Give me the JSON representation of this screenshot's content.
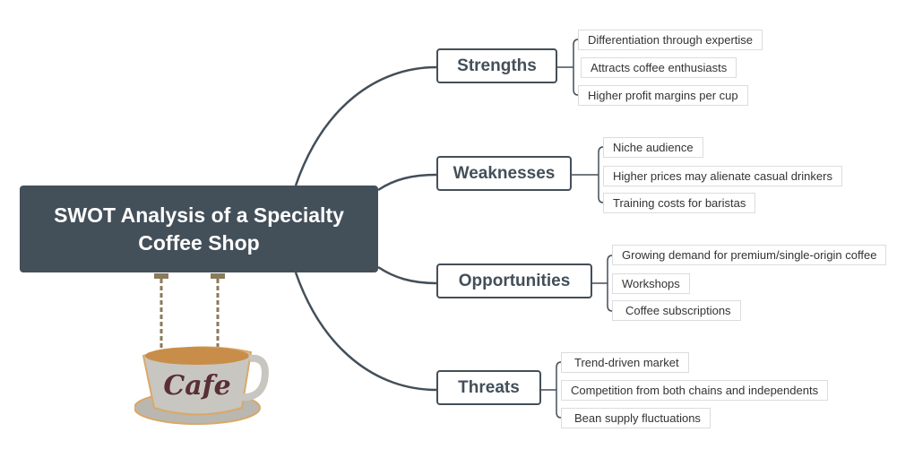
{
  "title": "SWOT Analysis of a Specialty Coffee Shop",
  "title_lines": [
    "SWOT Analysis of a Specialty",
    "Coffee Shop"
  ],
  "colors": {
    "node": "#434f59",
    "leaf_border": "#dcdcdc"
  },
  "branches": [
    {
      "label": "Strengths",
      "items": [
        "Differentiation through expertise",
        "Attracts coffee enthusiasts",
        "Higher profit margins per cup"
      ]
    },
    {
      "label": "Weaknesses",
      "items": [
        "Niche audience",
        "Higher prices may alienate casual drinkers",
        "Training costs for baristas"
      ]
    },
    {
      "label": "Opportunities",
      "items": [
        "Growing demand for premium/single-origin coffee",
        "Workshops",
        "Coffee subscriptions"
      ]
    },
    {
      "label": "Threats",
      "items": [
        "Trend-driven market",
        "Competition from both chains and independents",
        "Bean supply fluctuations"
      ]
    }
  ],
  "image_text": "Cafe"
}
